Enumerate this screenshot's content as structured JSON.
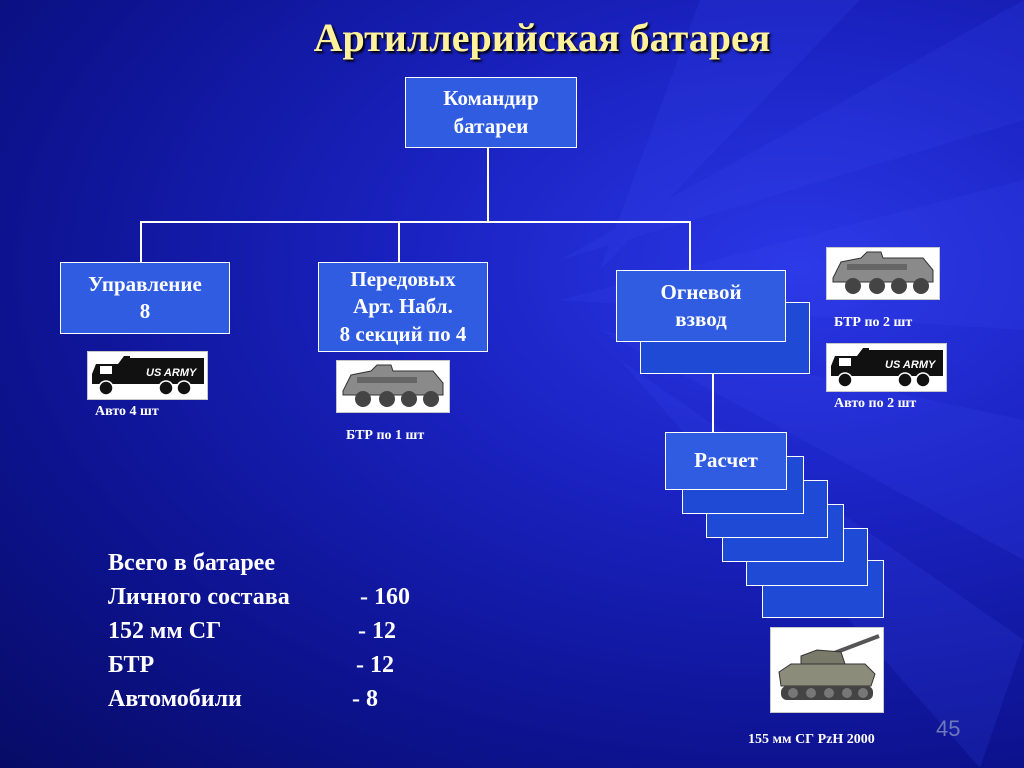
{
  "title": "Артиллерийская батарея",
  "nodes": {
    "commander": "Командир\nбатареи",
    "control": "Управление\n8",
    "observers": "Передовых\nАрт. Набл.\n8 секций по 4",
    "fire_platoon": "Огневой\nвзвод",
    "crew": "Расчет"
  },
  "captions": {
    "control_vehicle": "Авто 4 шт",
    "observers_vehicle": "БТР по 1 шт",
    "platoon_apc": "БТР по 2 шт",
    "platoon_truck": "Авто по 2 шт",
    "howitzer": "155 мм СГ PzH 2000"
  },
  "truck_marking": "US ARMY",
  "totals": {
    "heading": "Всего в батарее",
    "rows": [
      {
        "label": "Личного состава",
        "value": "- 160"
      },
      {
        "label": "152 мм СГ",
        "value": "- 12"
      },
      {
        "label": "БТР",
        "value": "- 12"
      },
      {
        "label": "Автомобили",
        "value": "-  8"
      }
    ]
  },
  "page_number": "45",
  "colors": {
    "background": "#1a22c0",
    "box_fill": "#2f5ce0",
    "title": "#fff29a",
    "text": "#ffffff"
  }
}
